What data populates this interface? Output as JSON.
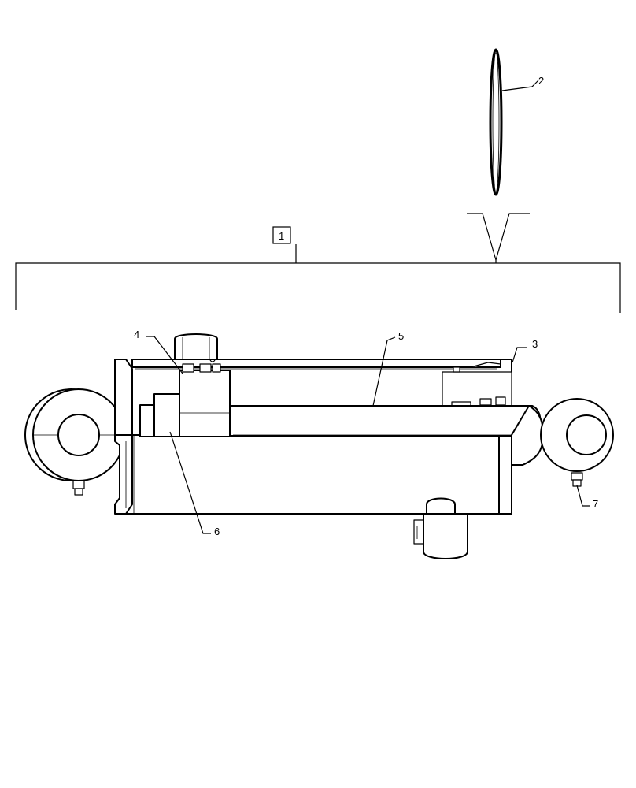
{
  "callouts": {
    "c1": "1",
    "c2": "2",
    "c3": "3",
    "c4": "4",
    "c5": "5",
    "c6": "6",
    "c7": "7"
  },
  "colors": {
    "line": "#000000",
    "fill": "#ffffff"
  }
}
